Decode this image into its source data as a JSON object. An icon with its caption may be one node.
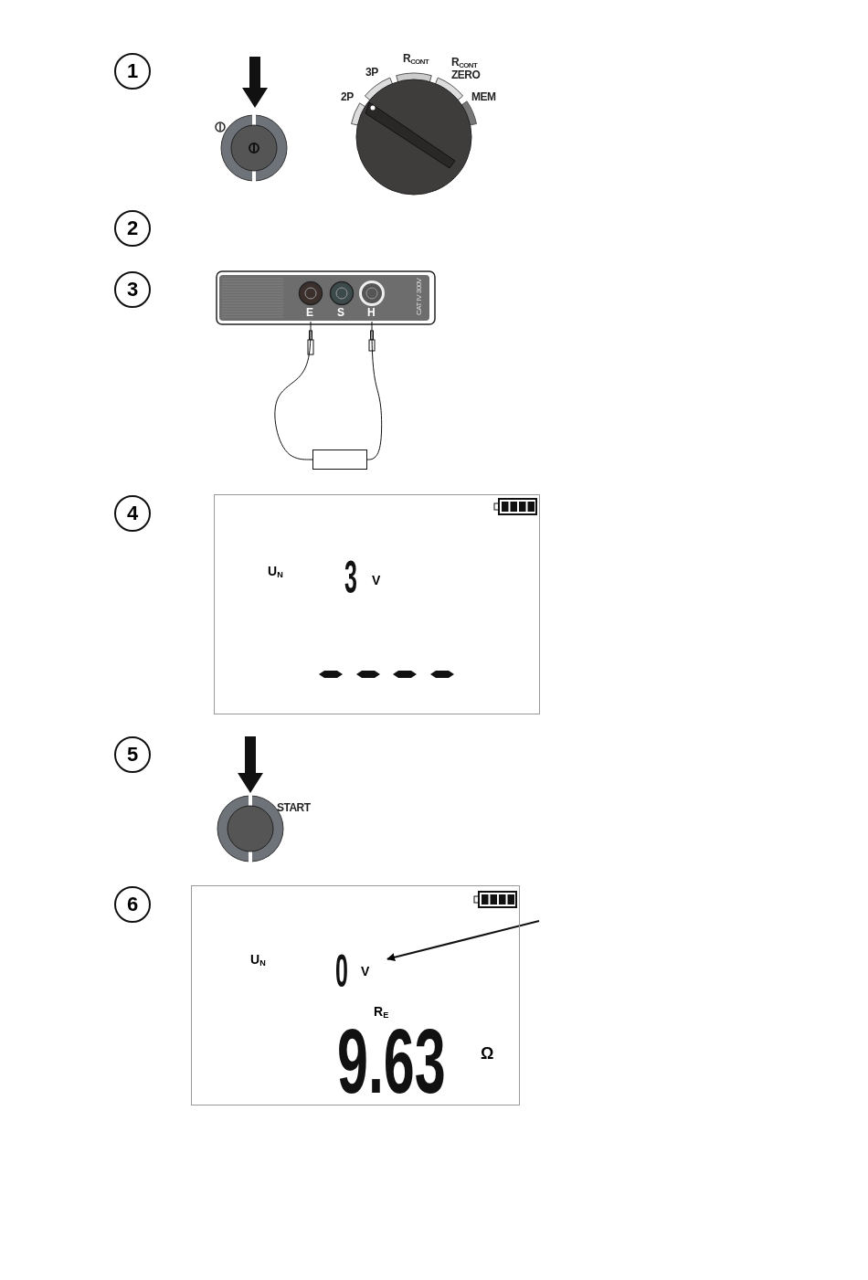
{
  "diagram": {
    "nodes": [
      {
        "text": [
          "1"
        ]
      },
      {
        "text": [
          "2"
        ]
      },
      {
        "text": [
          "3"
        ]
      },
      {
        "text": [
          "E"
        ]
      },
      {
        "text": [
          "S"
        ]
      },
      {
        "text": [
          "H"
        ]
      },
      {
        "text": [],
        "shape": "box"
      },
      {
        "text": [
          "4"
        ]
      },
      {
        "text": [
          "U$_{N}$",
          "3",
          "V"
        ]
      },
      {
        "text": [
          "5"
        ]
      },
      {
        "text": [
          "6"
        ]
      },
      {
        "text": [
          "U$_{N}$",
          "R$_{E}$",
          "9.63",
          "Ω"
        ]
      },
      {
        "text": [
          "0",
          "V"
        ],
        "in": 11
      }
    ],
    "edges": [
      {
        "from": 3,
        "to": 6,
        "arrow": "none"
      },
      {
        "from": 5,
        "to": 6,
        "arrow": "none"
      },
      {
        "from": null,
        "to": 12,
        "arrow": "to"
      }
    ],
    "labels": [
      "3P",
      "R$_{CONT}$",
      "R$_{CONT}$ ZERO",
      "2P",
      "MEM",
      "CAT IV 300V",
      "START"
    ]
  }
}
